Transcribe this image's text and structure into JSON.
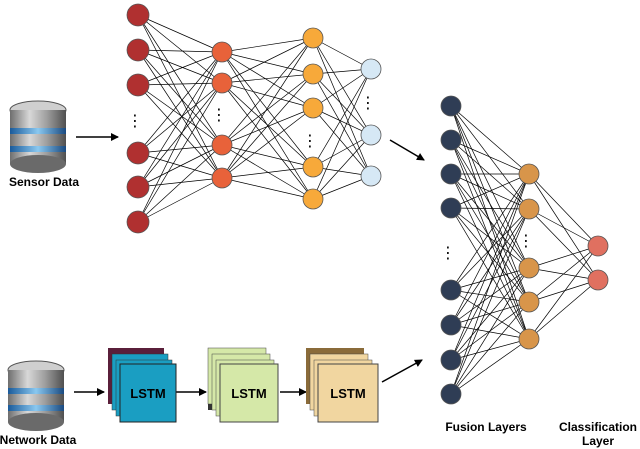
{
  "labels": {
    "sensor_data": "Sensor Data",
    "network_data": "Network Data",
    "fusion_layers": "Fusion Layers",
    "classification_line1": "Classification",
    "classification_line2": "Layer"
  },
  "lstm": {
    "label": "LSTM"
  },
  "ellipsis": "⋮",
  "colors": {
    "red_node": "#b03030",
    "orange_node": "#e8623a",
    "yellow_node": "#f7a93a",
    "light_blue_node": "#d6e8f5",
    "navy_node": "#2f3d55",
    "tan_node": "#d8954a",
    "salmon_node": "#e07060",
    "lstm1_face": "#1a9ec2",
    "lstm1_back": "#5a1f3a",
    "lstm2_face": "#d5e8a8",
    "lstm3_face": "#f1d6a0",
    "lstm3_back": "#8a6b3a",
    "edge": "#000000"
  }
}
